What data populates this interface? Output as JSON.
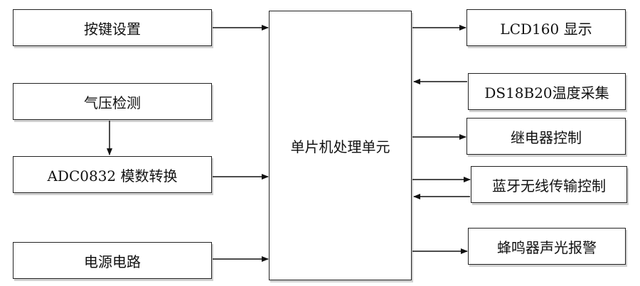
{
  "blocks": {
    "key_settings": "按键设置",
    "pressure_detect": "气压检测",
    "adc_convert": "ADC0832 模数转换",
    "power_circuit": "电源电路",
    "mcu_unit": "单片机处理单元",
    "lcd_display": "LCD160 显示",
    "temp_sensor": "DS18B20温度采集",
    "relay_control": "继电器控制",
    "bluetooth_control": "蓝牙无线传输控制",
    "buzzer_alarm": "蜂鸣器声光报警"
  }
}
